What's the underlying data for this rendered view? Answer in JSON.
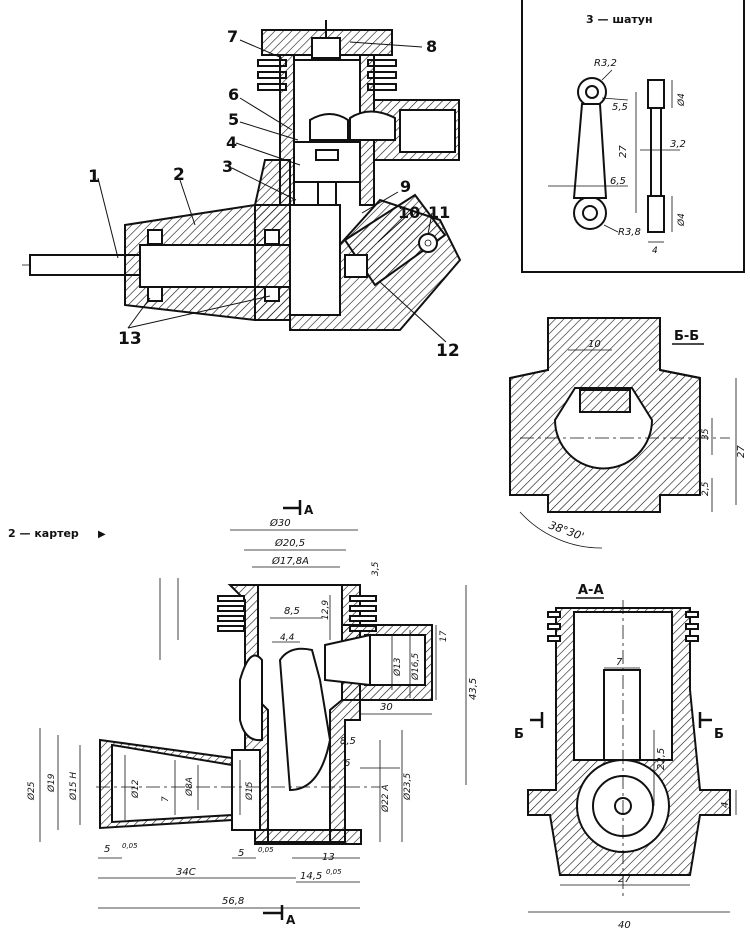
{
  "assembly": {
    "labels": [
      "1",
      "2",
      "3",
      "4",
      "5",
      "6",
      "7",
      "8",
      "9",
      "10",
      "11",
      "12",
      "13"
    ]
  },
  "conrod": {
    "title": "3 — шатун",
    "dims": [
      "R3,2",
      "5,5",
      "27",
      "6,5",
      "R3,8",
      "3,2",
      "Ø4",
      "Ø4",
      "4"
    ]
  },
  "crankcase": {
    "title": "2 — картер",
    "dims": [
      "Ø30",
      "Ø20,5",
      "Ø17,8А",
      "3,5",
      "8,5",
      "12,9",
      "4,4",
      "17",
      "Ø13",
      "Ø16,5",
      "43,5",
      "30",
      "8,5",
      "6",
      "Ø23,5",
      "Ø22 А",
      "Ø25",
      "Ø19",
      "Ø15 Н",
      "Ø12",
      "Ø8А",
      "Ø15",
      "5",
      "0,05",
      "5",
      "0,05",
      "13",
      "34С",
      "14,5",
      "0,05",
      "56,8",
      "7"
    ],
    "section_marks": [
      "А",
      "А"
    ]
  },
  "section_bb": {
    "title": "Б-Б",
    "dims": [
      "10",
      "35",
      "27",
      "2,5",
      "38°30'"
    ]
  },
  "section_aa": {
    "title": "А-А",
    "dims": [
      "7",
      "22,5",
      "4",
      "27",
      "40"
    ],
    "marks": [
      "Б",
      "Б"
    ]
  }
}
